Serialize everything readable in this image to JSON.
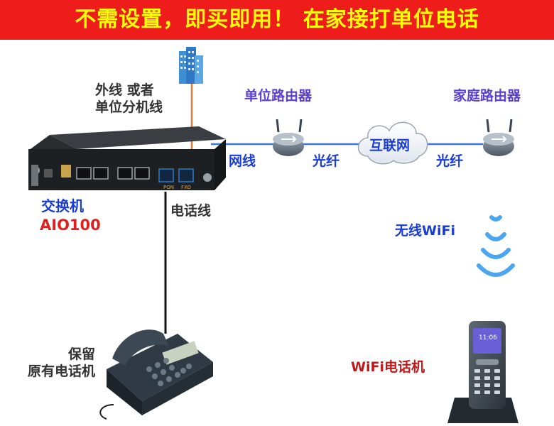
{
  "banner": {
    "text": "不需设置，即买即用！ 在家接打单位电话",
    "bg": "#ef1c1c",
    "fg": "#ffff00"
  },
  "labels": {
    "outside_line": [
      "外线 或者",
      "单位分机线"
    ],
    "office_router": "单位路由器",
    "home_router": "家庭路由器",
    "lan_cable": "网线",
    "fiber_1": "光纤",
    "internet": "互联网",
    "fiber_2": "光纤",
    "switch_name": "交换机",
    "switch_model": "AIO100",
    "phone_line": "电话线",
    "wireless": "无线WiFi",
    "keep_phone": [
      "保留",
      "原有电话机"
    ],
    "wifi_phone": "WiFi电话机"
  },
  "device_marks": {
    "port_pon": "PON",
    "port_fxo": "FXO",
    "screen_time": "11:06"
  },
  "colors": {
    "line_blue": "#3a78d8",
    "line_orange": "#e07a36",
    "wifi_blue": "#4aa6f0"
  }
}
